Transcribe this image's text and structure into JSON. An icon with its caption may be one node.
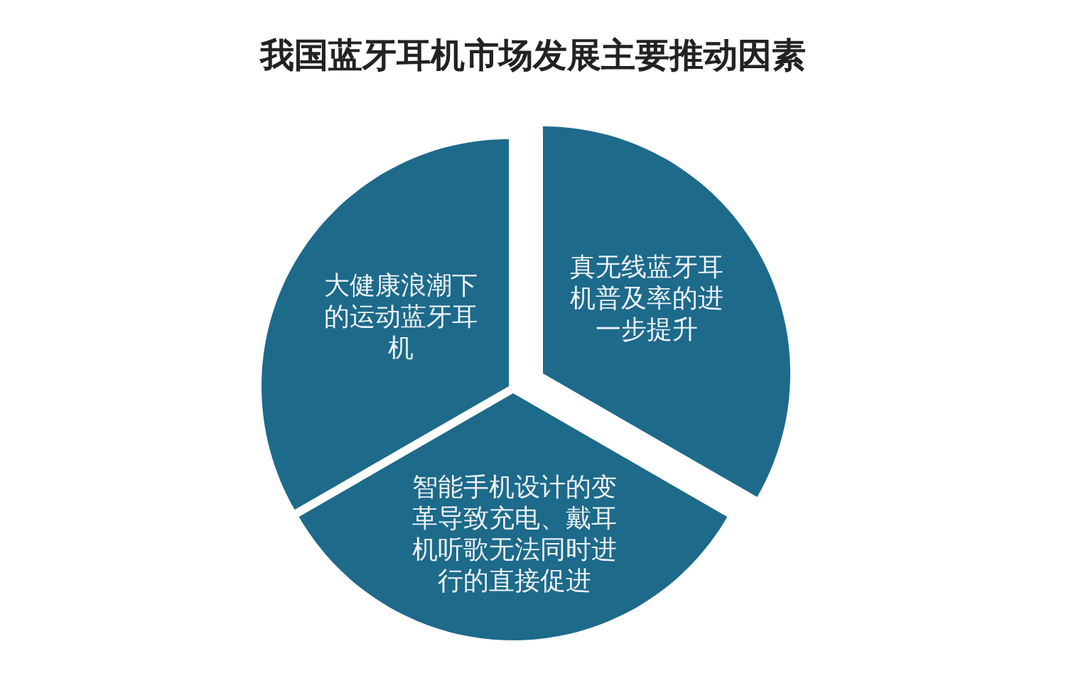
{
  "diagram": {
    "title": "我国蓝牙耳机市场发展主要推动因素",
    "nodes": [
      {
        "text": [
          "大健康浪潮下的运动蓝牙耳机"
        ]
      },
      {
        "text": [
          "真无线蓝牙耳机普及率的进一步提升"
        ]
      },
      {
        "text": [
          "智能手机设计的变革导致充电、戴耳机听歌无法同时进行的直接促进"
        ]
      }
    ]
  }
}
